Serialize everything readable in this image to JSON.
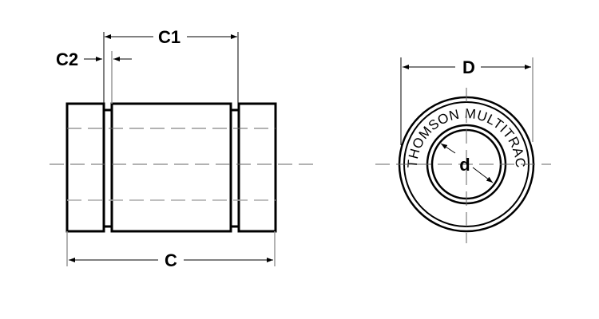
{
  "diagram": {
    "title": "Linear bearing dimension drawing",
    "side_view": {
      "labels": {
        "overall_length": "C",
        "retaining_ring_spacing": "C1",
        "groove_width": "C2"
      }
    },
    "end_view": {
      "labels": {
        "outer_diameter": "D",
        "inner_diameter": "d"
      },
      "ring_text": "THOMSON MULTITRAC"
    }
  }
}
